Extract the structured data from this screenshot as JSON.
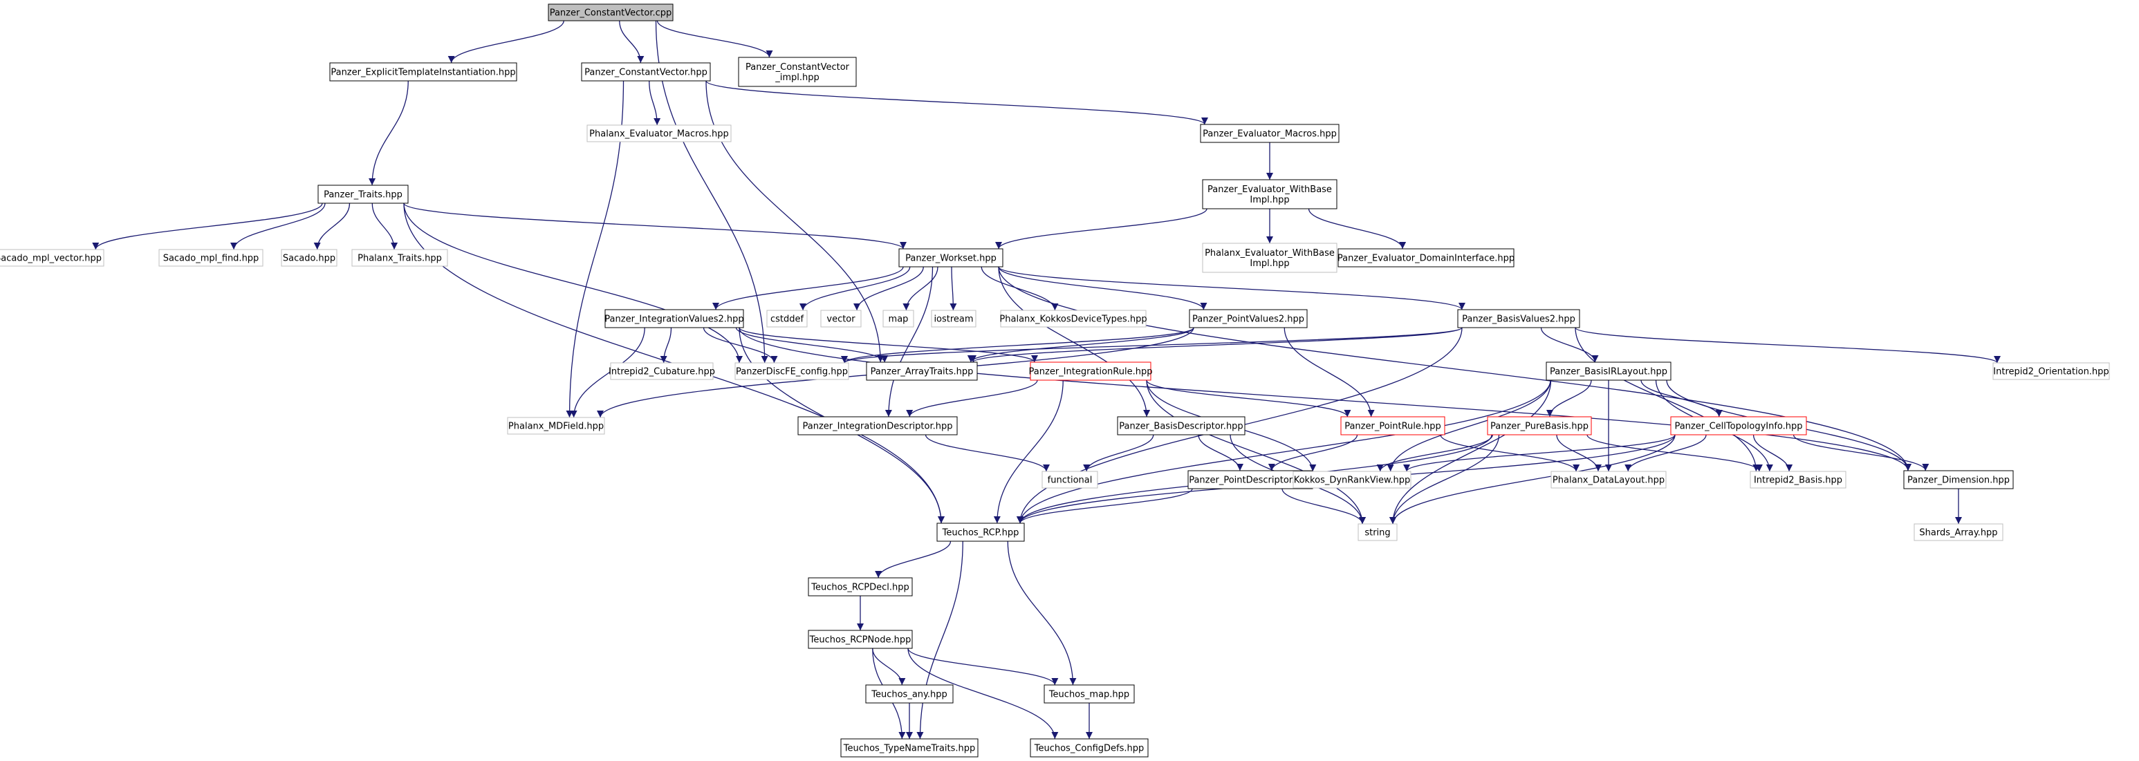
{
  "colors": {
    "edge": "#191970",
    "box_border_normal": "#000000",
    "box_border_missing": "#bfbfbf",
    "box_border_truncated": "#ff0000",
    "box_fill_root": "#bfbfbf",
    "box_fill": "#ffffff",
    "text": "#000000"
  },
  "nodes": [
    {
      "id": "root",
      "lines": [
        "Panzer_ConstantVector.cpp"
      ],
      "style": "root"
    },
    {
      "id": "eti",
      "lines": [
        "Panzer_ExplicitTemplateInstantiation.hpp"
      ],
      "style": "normal"
    },
    {
      "id": "cvhpp",
      "lines": [
        "Panzer_ConstantVector.hpp"
      ],
      "style": "normal"
    },
    {
      "id": "cvimpl",
      "lines": [
        "Panzer_ConstantVector",
        "_impl.hpp"
      ],
      "style": "normal"
    },
    {
      "id": "phxmacros",
      "lines": [
        "Phalanx_Evaluator_Macros.hpp"
      ],
      "style": "missing"
    },
    {
      "id": "pzmacros",
      "lines": [
        "Panzer_Evaluator_Macros.hpp"
      ],
      "style": "normal"
    },
    {
      "id": "traits",
      "lines": [
        "Panzer_Traits.hpp"
      ],
      "style": "normal"
    },
    {
      "id": "pzwithbase",
      "lines": [
        "Panzer_Evaluator_WithBase",
        "Impl.hpp"
      ],
      "style": "normal"
    },
    {
      "id": "sacmplvec",
      "lines": [
        "Sacado_mpl_vector.hpp"
      ],
      "style": "missing"
    },
    {
      "id": "sacmplfind",
      "lines": [
        "Sacado_mpl_find.hpp"
      ],
      "style": "missing"
    },
    {
      "id": "sacado",
      "lines": [
        "Sacado.hpp"
      ],
      "style": "missing"
    },
    {
      "id": "phxtraits",
      "lines": [
        "Phalanx_Traits.hpp"
      ],
      "style": "missing"
    },
    {
      "id": "workset",
      "lines": [
        "Panzer_Workset.hpp"
      ],
      "style": "normal"
    },
    {
      "id": "phxwithbase",
      "lines": [
        "Phalanx_Evaluator_WithBase",
        "Impl.hpp"
      ],
      "style": "missing"
    },
    {
      "id": "domainiface",
      "lines": [
        "Panzer_Evaluator_DomainInterface.hpp"
      ],
      "style": "normal"
    },
    {
      "id": "intval2",
      "lines": [
        "Panzer_IntegrationValues2.hpp"
      ],
      "style": "normal"
    },
    {
      "id": "cstddef",
      "lines": [
        "cstddef"
      ],
      "style": "missing"
    },
    {
      "id": "vector",
      "lines": [
        "vector"
      ],
      "style": "missing"
    },
    {
      "id": "map",
      "lines": [
        "map"
      ],
      "style": "missing"
    },
    {
      "id": "iostream",
      "lines": [
        "iostream"
      ],
      "style": "missing"
    },
    {
      "id": "kokkosdev",
      "lines": [
        "Phalanx_KokkosDeviceTypes.hpp"
      ],
      "style": "missing"
    },
    {
      "id": "ptval2",
      "lines": [
        "Panzer_PointValues2.hpp"
      ],
      "style": "normal"
    },
    {
      "id": "basisval2",
      "lines": [
        "Panzer_BasisValues2.hpp"
      ],
      "style": "normal"
    },
    {
      "id": "intrcub",
      "lines": [
        "Intrepid2_Cubature.hpp"
      ],
      "style": "missing"
    },
    {
      "id": "pdfeconfig",
      "lines": [
        "PanzerDiscFE_config.hpp"
      ],
      "style": "missing"
    },
    {
      "id": "arraytraits",
      "lines": [
        "Panzer_ArrayTraits.hpp"
      ],
      "style": "normal"
    },
    {
      "id": "introrient",
      "lines": [
        "Intrepid2_Orientation.hpp"
      ],
      "style": "missing"
    },
    {
      "id": "intrule",
      "lines": [
        "Panzer_IntegrationRule.hpp"
      ],
      "style": "truncated"
    },
    {
      "id": "basisirl",
      "lines": [
        "Panzer_BasisIRLayout.hpp"
      ],
      "style": "normal"
    },
    {
      "id": "mdfield",
      "lines": [
        "Phalanx_MDField.hpp"
      ],
      "style": "missing"
    },
    {
      "id": "intdesc",
      "lines": [
        "Panzer_IntegrationDescriptor.hpp"
      ],
      "style": "normal"
    },
    {
      "id": "basisdesc",
      "lines": [
        "Panzer_BasisDescriptor.hpp"
      ],
      "style": "normal"
    },
    {
      "id": "pointrule",
      "lines": [
        "Panzer_PointRule.hpp"
      ],
      "style": "truncated"
    },
    {
      "id": "purebasis",
      "lines": [
        "Panzer_PureBasis.hpp"
      ],
      "style": "truncated"
    },
    {
      "id": "celltopo",
      "lines": [
        "Panzer_CellTopologyInfo.hpp"
      ],
      "style": "truncated"
    },
    {
      "id": "functional",
      "lines": [
        "functional"
      ],
      "style": "missing"
    },
    {
      "id": "ptdesc",
      "lines": [
        "Panzer_PointDescriptor.hpp"
      ],
      "style": "normal"
    },
    {
      "id": "kokkosdrv",
      "lines": [
        "Kokkos_DynRankView.hpp"
      ],
      "style": "missing"
    },
    {
      "id": "phxdl",
      "lines": [
        "Phalanx_DataLayout.hpp"
      ],
      "style": "missing"
    },
    {
      "id": "intrbasis",
      "lines": [
        "Intrepid2_Basis.hpp"
      ],
      "style": "missing"
    },
    {
      "id": "dimension",
      "lines": [
        "Panzer_Dimension.hpp"
      ],
      "style": "normal"
    },
    {
      "id": "rcp",
      "lines": [
        "Teuchos_RCP.hpp"
      ],
      "style": "normal"
    },
    {
      "id": "string",
      "lines": [
        "string"
      ],
      "style": "missing"
    },
    {
      "id": "shards",
      "lines": [
        "Shards_Array.hpp"
      ],
      "style": "missing"
    },
    {
      "id": "rcpdecl",
      "lines": [
        "Teuchos_RCPDecl.hpp"
      ],
      "style": "normal"
    },
    {
      "id": "rcpnode",
      "lines": [
        "Teuchos_RCPNode.hpp"
      ],
      "style": "normal"
    },
    {
      "id": "any",
      "lines": [
        "Teuchos_any.hpp"
      ],
      "style": "normal"
    },
    {
      "id": "tmap",
      "lines": [
        "Teuchos_map.hpp"
      ],
      "style": "normal"
    },
    {
      "id": "typename",
      "lines": [
        "Teuchos_TypeNameTraits.hpp"
      ],
      "style": "normal"
    },
    {
      "id": "configdefs",
      "lines": [
        "Teuchos_ConfigDefs.hpp"
      ],
      "style": "normal"
    }
  ],
  "edges": [
    [
      "root",
      "eti"
    ],
    [
      "root",
      "cvhpp"
    ],
    [
      "root",
      "cvimpl"
    ],
    [
      "root",
      "pdfeconfig"
    ],
    [
      "eti",
      "traits"
    ],
    [
      "cvhpp",
      "phxmacros"
    ],
    [
      "cvhpp",
      "pzmacros"
    ],
    [
      "cvhpp",
      "mdfield"
    ],
    [
      "cvhpp",
      "arraytraits"
    ],
    [
      "pzmacros",
      "pzwithbase"
    ],
    [
      "pzwithbase",
      "workset"
    ],
    [
      "pzwithbase",
      "phxwithbase"
    ],
    [
      "pzwithbase",
      "domainiface"
    ],
    [
      "traits",
      "sacmplvec"
    ],
    [
      "traits",
      "sacmplfind"
    ],
    [
      "traits",
      "sacado"
    ],
    [
      "traits",
      "phxtraits"
    ],
    [
      "traits",
      "workset"
    ],
    [
      "traits",
      "pdfeconfig"
    ],
    [
      "traits",
      "rcp"
    ],
    [
      "workset",
      "intval2"
    ],
    [
      "workset",
      "cstddef"
    ],
    [
      "workset",
      "vector"
    ],
    [
      "workset",
      "map"
    ],
    [
      "workset",
      "iostream"
    ],
    [
      "workset",
      "kokkosdev"
    ],
    [
      "workset",
      "ptval2"
    ],
    [
      "workset",
      "basisval2"
    ],
    [
      "workset",
      "intdesc"
    ],
    [
      "workset",
      "basisdesc"
    ],
    [
      "workset",
      "dimension"
    ],
    [
      "intval2",
      "intrcub"
    ],
    [
      "intval2",
      "pdfeconfig"
    ],
    [
      "intval2",
      "arraytraits"
    ],
    [
      "intval2",
      "intrule"
    ],
    [
      "intval2",
      "mdfield"
    ],
    [
      "intval2",
      "rcp"
    ],
    [
      "intval2",
      "dimension"
    ],
    [
      "ptval2",
      "arraytraits"
    ],
    [
      "ptval2",
      "pointrule"
    ],
    [
      "ptval2",
      "pdfeconfig"
    ],
    [
      "ptval2",
      "mdfield"
    ],
    [
      "basisval2",
      "basisirl"
    ],
    [
      "basisval2",
      "arraytraits"
    ],
    [
      "basisval2",
      "introrient"
    ],
    [
      "basisval2",
      "intrbasis"
    ],
    [
      "basisval2",
      "rcp"
    ],
    [
      "basisval2",
      "pdfeconfig"
    ],
    [
      "intrule",
      "intdesc"
    ],
    [
      "intrule",
      "pointrule"
    ],
    [
      "intrule",
      "rcp"
    ],
    [
      "intrule",
      "kokkosdrv"
    ],
    [
      "intrule",
      "string"
    ],
    [
      "basisirl",
      "purebasis"
    ],
    [
      "basisirl",
      "celltopo"
    ],
    [
      "basisirl",
      "phxdl"
    ],
    [
      "basisirl",
      "intrbasis"
    ],
    [
      "basisirl",
      "dimension"
    ],
    [
      "basisirl",
      "kokkosdrv"
    ],
    [
      "basisirl",
      "rcp"
    ],
    [
      "basisirl",
      "string"
    ],
    [
      "intdesc",
      "functional"
    ],
    [
      "basisdesc",
      "functional"
    ],
    [
      "basisdesc",
      "ptdesc"
    ],
    [
      "basisdesc",
      "string"
    ],
    [
      "pointrule",
      "ptdesc"
    ],
    [
      "pointrule",
      "phxdl"
    ],
    [
      "purebasis",
      "kokkosdrv"
    ],
    [
      "purebasis",
      "phxdl"
    ],
    [
      "purebasis",
      "intrbasis"
    ],
    [
      "purebasis",
      "rcp"
    ],
    [
      "purebasis",
      "string"
    ],
    [
      "celltopo",
      "kokkosdrv"
    ],
    [
      "celltopo",
      "phxdl"
    ],
    [
      "celltopo",
      "intrbasis"
    ],
    [
      "celltopo",
      "dimension"
    ],
    [
      "celltopo",
      "rcp"
    ],
    [
      "celltopo",
      "string"
    ],
    [
      "ptdesc",
      "rcp"
    ],
    [
      "ptdesc",
      "string"
    ],
    [
      "dimension",
      "shards"
    ],
    [
      "rcp",
      "rcpdecl"
    ],
    [
      "rcp",
      "tmap"
    ],
    [
      "rcp",
      "typename"
    ],
    [
      "rcpdecl",
      "rcpnode"
    ],
    [
      "rcpnode",
      "any"
    ],
    [
      "rcpnode",
      "tmap"
    ],
    [
      "rcpnode",
      "typename"
    ],
    [
      "rcpnode",
      "configdefs"
    ],
    [
      "any",
      "typename"
    ],
    [
      "tmap",
      "configdefs"
    ]
  ]
}
